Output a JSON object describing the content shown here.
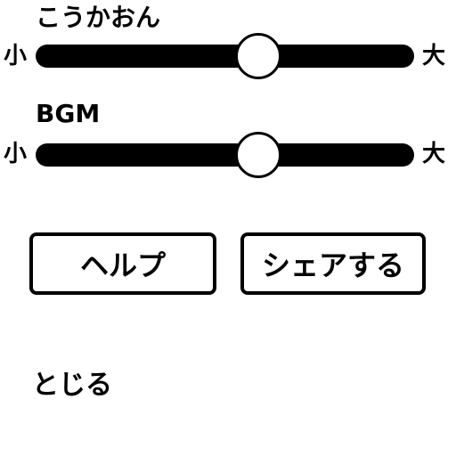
{
  "sliders": [
    {
      "label": "こうかおん",
      "min_label": "小",
      "max_label": "大",
      "value": 0.6
    },
    {
      "label": "BGM",
      "min_label": "小",
      "max_label": "大",
      "value": 0.6
    }
  ],
  "buttons": {
    "help_label": "ヘルプ",
    "share_label": "シェアする"
  },
  "close_label": "とじる"
}
